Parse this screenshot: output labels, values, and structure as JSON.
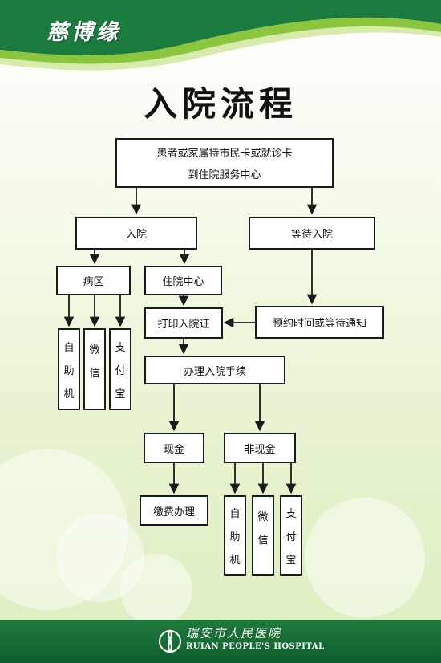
{
  "header": {
    "brand": "慈博缘"
  },
  "title": "入院流程",
  "flow": {
    "start_line1": "患者或家属持市民卡或就诊卡",
    "start_line2": "到住院服务中心",
    "admit": "入院",
    "wait_admit": "等待入院",
    "ward": "病区",
    "admission_center": "住院中心",
    "print_notice": "打印入院证",
    "appointment": "预约时间或等待通知",
    "procedure": "办理入院手续",
    "cash": "现金",
    "non_cash": "非现金",
    "pay_fee": "缴费办理",
    "ward_methods": [
      [
        "自",
        "助",
        "机"
      ],
      [
        "微",
        "信"
      ],
      [
        "支",
        "付",
        "宝"
      ]
    ],
    "noncash_methods": [
      [
        "自",
        "助",
        "机"
      ],
      [
        "微",
        "信"
      ],
      [
        "支",
        "付",
        "宝"
      ]
    ]
  },
  "footer": {
    "hospital_cn": "瑞安市人民医院",
    "hospital_en": "RUIAN PEOPLE'S HOSPITAL"
  },
  "colors": {
    "header_green": "#1b7a3e",
    "accent_lime": "#9ccc3c",
    "background": "#eef6df"
  }
}
